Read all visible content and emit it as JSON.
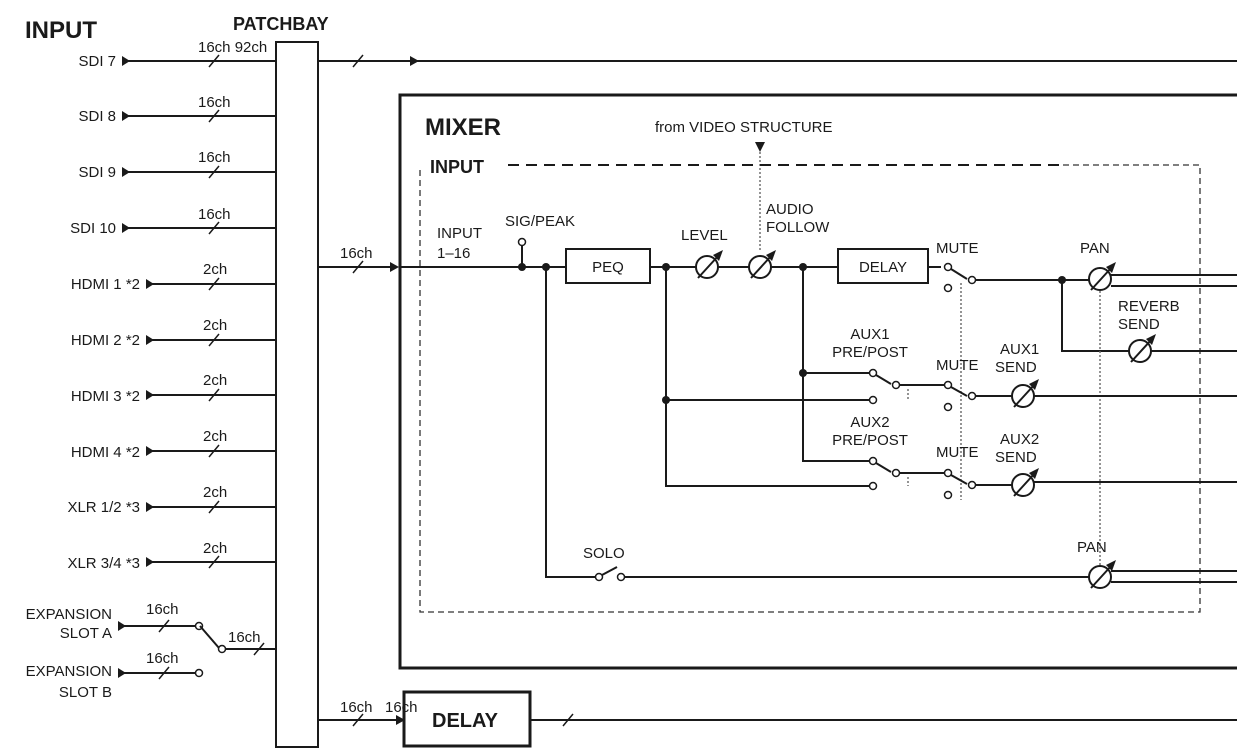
{
  "titles": {
    "input": "INPUT",
    "patchbay": "PATCHBAY",
    "mixer": "MIXER",
    "mixer_input": "INPUT"
  },
  "inputs": [
    {
      "name": "SDI 7",
      "channels": "16ch 92ch"
    },
    {
      "name": "SDI 8",
      "channels": "16ch"
    },
    {
      "name": "SDI 9",
      "channels": "16ch"
    },
    {
      "name": "SDI 10",
      "channels": "16ch"
    },
    {
      "name": "HDMI 1 *2",
      "channels": "2ch"
    },
    {
      "name": "HDMI 2 *2",
      "channels": "2ch"
    },
    {
      "name": "HDMI 3 *2",
      "channels": "2ch"
    },
    {
      "name": "HDMI 4 *2",
      "channels": "2ch"
    },
    {
      "name": "XLR 1/2 *3",
      "channels": "2ch"
    },
    {
      "name": "XLR 3/4 *3",
      "channels": "2ch"
    }
  ],
  "expansion": {
    "a_line1": "EXPANSION",
    "a_line2": "SLOT A",
    "b_line1": "EXPANSION",
    "b_line2": "SLOT B",
    "a_channels": "16ch",
    "b_channels": "16ch",
    "out_channels": "16ch"
  },
  "mixer": {
    "from_video": "from VIDEO STRUCTURE",
    "bus_channels": "16ch",
    "input_line1": "INPUT",
    "input_line2": "1–16",
    "sig_peak": "SIG/PEAK",
    "peq": "PEQ",
    "level": "LEVEL",
    "audio_follow_line1": "AUDIO",
    "audio_follow_line2": "FOLLOW",
    "delay": "DELAY",
    "mute_1": "MUTE",
    "pan_1": "PAN",
    "reverb_line1": "REVERB",
    "reverb_line2": "SEND",
    "aux1_pre_line1": "AUX1",
    "aux1_pre_line2": "PRE/POST",
    "mute_2": "MUTE",
    "aux1_send_line1": "AUX1",
    "aux1_send_line2": "SEND",
    "aux2_pre_line1": "AUX2",
    "aux2_pre_line2": "PRE/POST",
    "mute_3": "MUTE",
    "aux2_send_line1": "AUX2",
    "aux2_send_line2": "SEND",
    "solo": "SOLO",
    "pan_2": "PAN"
  },
  "bottom": {
    "channels_1": "16ch",
    "channels_2": "16ch",
    "delay": "DELAY"
  }
}
